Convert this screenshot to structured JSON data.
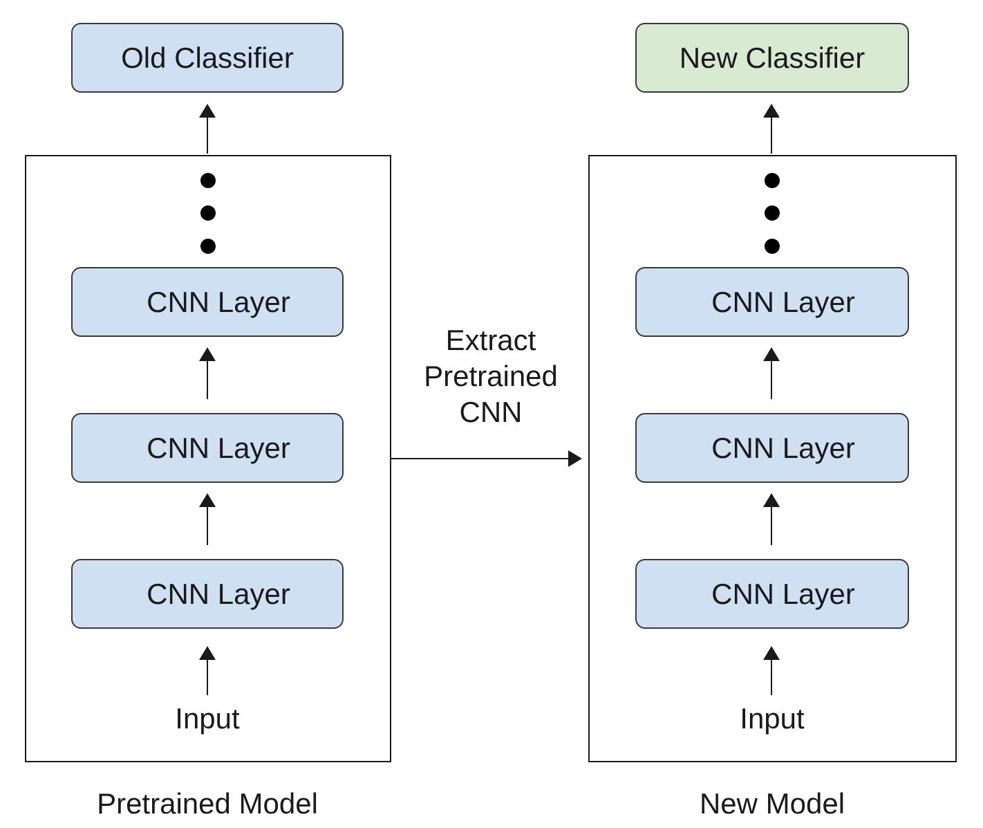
{
  "colors": {
    "layer_fill": "#cfe0f3",
    "old_classifier_fill": "#cfe0f3",
    "new_classifier_fill": "#d9ead3",
    "line": "#1a1a1a"
  },
  "pretrained_model": {
    "caption": "Pretrained Model",
    "classifier_label": "Old Classifier",
    "layers": [
      "CNN Layer",
      "CNN Layer",
      "CNN Layer"
    ],
    "input_label": "Input"
  },
  "new_model": {
    "caption": "New Model",
    "classifier_label": "New Classifier",
    "layers": [
      "CNN Layer",
      "CNN Layer",
      "CNN Layer"
    ],
    "input_label": "Input"
  },
  "transfer": {
    "line1": "Extract",
    "line2": "Pretrained",
    "line3": "CNN"
  }
}
